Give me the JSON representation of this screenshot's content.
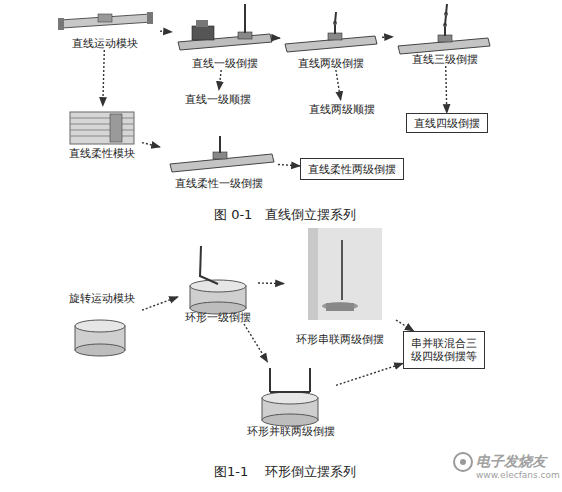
{
  "diagram": {
    "nodes": [
      {
        "text": [
          "直线运动模块"
        ]
      },
      {
        "text": [
          "直线一级倒摆"
        ]
      },
      {
        "text": [
          "直线一级顺摆"
        ]
      },
      {
        "text": [
          "直线两级倒摆"
        ]
      },
      {
        "text": [
          "直线两级顺摆"
        ]
      },
      {
        "text": [
          "直线三级倒摆"
        ]
      },
      {
        "text": [
          "直线四级倒摆"
        ]
      },
      {
        "text": [
          "直线柔性模块"
        ]
      },
      {
        "text": [
          "直线柔性一级倒摆"
        ]
      },
      {
        "text": [
          "直线柔性两级倒摆"
        ]
      },
      {
        "text": [
          "旋转运动模块"
        ]
      },
      {
        "text": [
          "环形一级倒摆"
        ]
      },
      {
        "text": [
          "环形串联两级倒摆"
        ]
      },
      {
        "text": [
          "串并联混合三级四级倒摆等"
        ]
      },
      {
        "text": [
          "环形并联两级倒摆"
        ]
      }
    ],
    "edges": [
      {
        "from": 0,
        "to": 1,
        "arrow": "to"
      },
      {
        "from": 1,
        "to": 2,
        "arrow": "to"
      },
      {
        "from": 1,
        "to": 3,
        "arrow": "to"
      },
      {
        "from": 3,
        "to": 4,
        "arrow": "to"
      },
      {
        "from": 3,
        "to": 5,
        "arrow": "to"
      },
      {
        "from": 5,
        "to": 6,
        "arrow": "to"
      },
      {
        "from": 0,
        "to": 7,
        "arrow": "to"
      },
      {
        "from": 7,
        "to": 8,
        "arrow": "to"
      },
      {
        "from": 8,
        "to": 9,
        "arrow": "to"
      },
      {
        "from": 10,
        "to": 11,
        "arrow": "to"
      },
      {
        "from": 11,
        "to": 12,
        "arrow": "to"
      },
      {
        "from": 12,
        "to": 13,
        "arrow": "to"
      },
      {
        "from": 11,
        "to": 14,
        "arrow": "to"
      },
      {
        "from": 14,
        "to": 13,
        "arrow": "to"
      }
    ],
    "labels": [
      "图 0-1   直线倒立摆系列",
      "图1-1    环形倒立摆系列",
      "电子发烧友",
      "www.elecfans.com"
    ]
  }
}
